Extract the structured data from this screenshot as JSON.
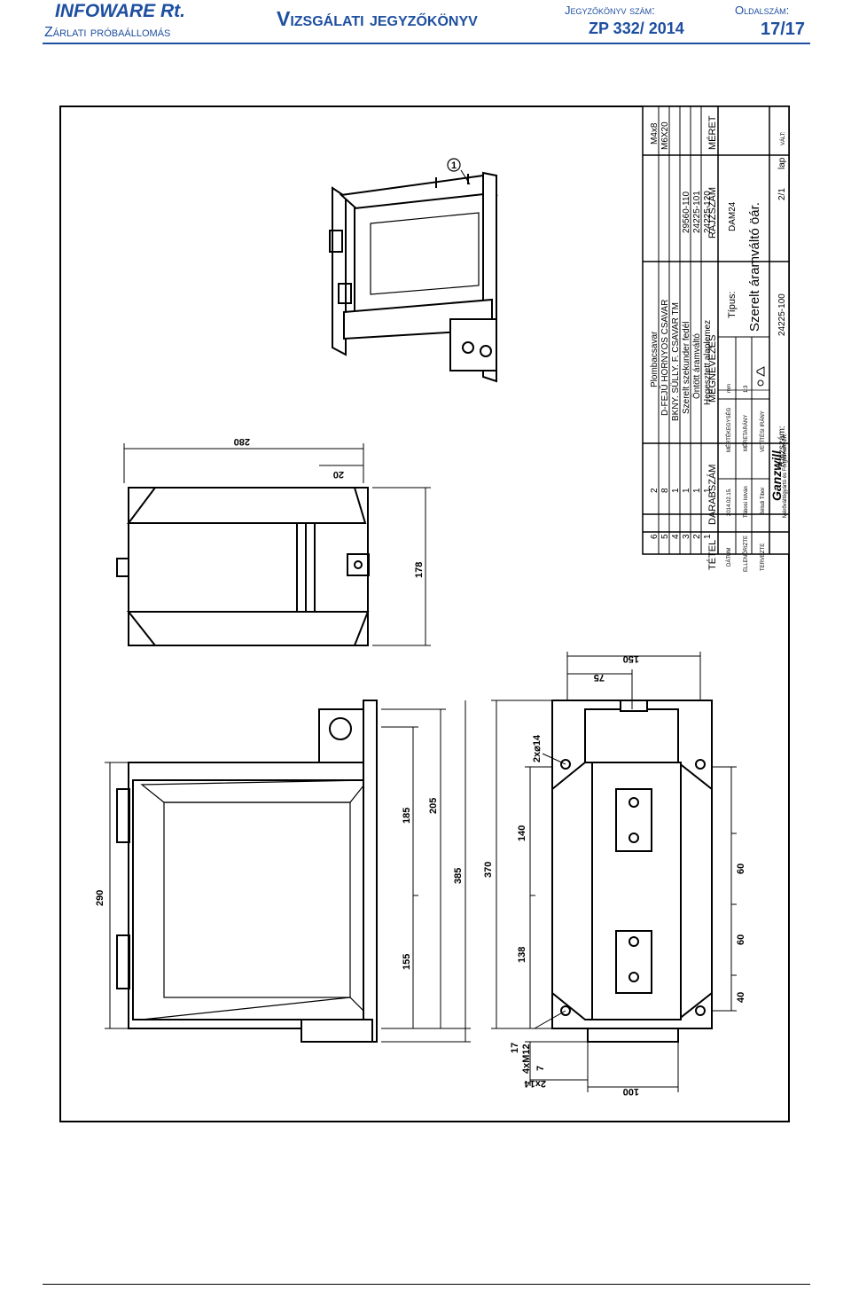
{
  "header": {
    "company": "INFOWARE Rt.",
    "station": "Zárlati próbaállomás",
    "title": "Vizsgálati jegyzőkönyv",
    "report_label": "Jegyzőkönyv szám:",
    "report_number": "ZP 332/ 2014",
    "page_label": "Oldalszám:",
    "page_number": "17/17"
  },
  "dimensions": {
    "d280": "280",
    "d20": "20",
    "d178": "178",
    "d150": "150",
    "d75": "75",
    "d2x14": "2x⌀14",
    "d185": "185",
    "d205": "205",
    "d140": "140",
    "d385": "385",
    "d370": "370",
    "d290": "290",
    "d155": "155",
    "d138": "138",
    "d60a": "60",
    "d60b": "60",
    "d40": "40",
    "d17": "17",
    "d7": "7",
    "d2x14b": "2x14",
    "d100": "100",
    "d4xM12": "4xM12",
    "balloon": "1"
  },
  "title_block": {
    "parts": [
      {
        "item": "6",
        "qty": "2",
        "name": "Plombacsavar",
        "drawing": "",
        "size": "M4x8"
      },
      {
        "item": "5",
        "qty": "8",
        "name": "D-FEJŰ HORNYOS CSAVAR",
        "drawing": "",
        "size": "M6X20"
      },
      {
        "item": "4",
        "qty": "1",
        "name": "BKNY. SÜLLY. F. CSAVAR TM",
        "drawing": "",
        "size": ""
      },
      {
        "item": "3",
        "qty": "1",
        "name": "Szerelt szekunder fedél",
        "drawing": "29560-110",
        "size": ""
      },
      {
        "item": "2",
        "qty": "1",
        "name": "Öntött áramváltó",
        "drawing": "24225-101",
        "size": ""
      },
      {
        "item": "1",
        "qty": "1",
        "name": "Hegesztett alaplemez",
        "drawing": "24225-120",
        "size": ""
      }
    ],
    "col_item": "TÉTEL",
    "col_qty": "DARABSZÁM",
    "col_name": "MEGNEVEZÉS",
    "col_drawing": "RAJZSZÁM",
    "col_size": "MÉRET",
    "date_label": "DÁTUM",
    "date_value": "2014.02.15.",
    "checked_label": "ELLENŐRIZTE",
    "checked_value": "Tábosi István",
    "designed_label": "TERVEZTE",
    "designed_value": "Bélsdi Tibor",
    "unit_label": "MÉRTÉKEGYSÉG",
    "unit_value": "mm",
    "scale_label": "MÉRETARÁNY",
    "scale_value": "1:3",
    "projection_label": "VETÍTÉSI IRÁNY",
    "logo": "Ganzwill",
    "company_small": "Mérőváltógyártó és Forgalmazó Zrt.",
    "type_label": "Típus:",
    "type_value": "DAM24",
    "description": "Szerelt áramváltó öár.",
    "drawing_label": "Rajzszám:",
    "drawing_value": "24225-100",
    "sheet_value": "2/1",
    "sheet_label": "lap",
    "change_label": "VÁLT:"
  }
}
